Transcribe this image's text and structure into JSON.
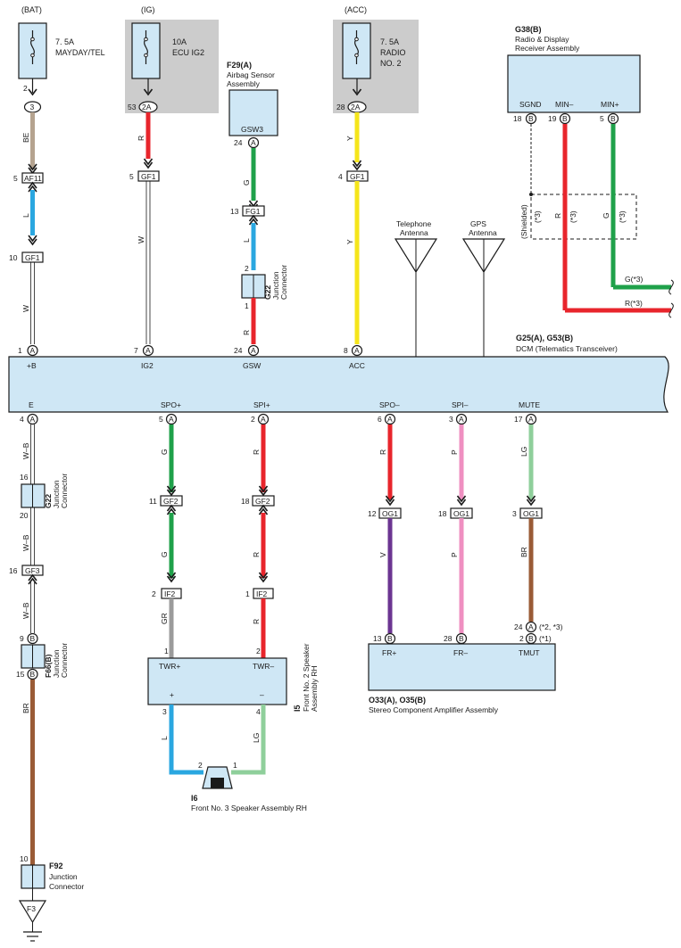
{
  "sources": {
    "bat": "(BAT)",
    "ig": "(IG)",
    "acc": "(ACC)"
  },
  "fuses": {
    "mayday": {
      "rating": "7. 5A",
      "name": "MAYDAY/TEL"
    },
    "ecu_ig2": {
      "rating": "10A",
      "name": "ECU IG2"
    },
    "radio2": {
      "rating": "7. 5A",
      "name1": "RADIO",
      "name2": "NO. 2"
    }
  },
  "components": {
    "radio": {
      "id": "G38(B)",
      "name1": "Radio & Display",
      "name2": "Receiver Assembly",
      "pins": [
        "SGND",
        "MIN–",
        "MIN+"
      ],
      "pin_nums": [
        "18",
        "19",
        "5"
      ],
      "pin_letters": [
        "B",
        "B",
        "B"
      ]
    },
    "airbag": {
      "id": "F29(A)",
      "name1": "Airbag Sensor",
      "name2": "Assembly",
      "pin": "GSW3",
      "pin_num": "24",
      "pin_letter": "A"
    },
    "dcm": {
      "id": "G25(A), G53(B)",
      "name": "DCM (Telematics Transceiver)",
      "top_pins": [
        "+B",
        "IG2",
        "GSW",
        "ACC"
      ],
      "top_nums": [
        "1",
        "7",
        "24",
        "8"
      ],
      "bottom_pins": [
        "E",
        "SPO+",
        "SPI+",
        "SPO–",
        "SPI–",
        "MUTE"
      ],
      "bottom_nums": [
        "4",
        "5",
        "2",
        "6",
        "3",
        "17"
      ],
      "pin_letter": "A"
    },
    "speaker2": {
      "id": "I5",
      "name1": "Front No. 2 Speaker",
      "name2": "Assembly RH",
      "pins": [
        "TWR+",
        "TWR–"
      ],
      "pin_nums": [
        "1",
        "2"
      ],
      "bot_pins": [
        "+",
        "–"
      ],
      "bot_nums": [
        "3",
        "4"
      ]
    },
    "speaker3": {
      "id": "I6",
      "name": "Front No. 3 Speaker Assembly RH",
      "pin_nums": [
        "2",
        "1"
      ]
    },
    "amp": {
      "id": "O33(A), O35(B)",
      "name": "Stereo Component Amplifier Assembly",
      "pins": [
        "FR+",
        "FR–",
        "TMUT"
      ],
      "pin_nums": [
        "13",
        "28",
        "2"
      ],
      "pin_letters": [
        "B",
        "B",
        "B"
      ],
      "alt_pin": "24",
      "alt_letter": "A",
      "alt_note": "(*2, *3)",
      "note1": "(*1)"
    },
    "g22a": {
      "id": "G22",
      "name1": "Junction",
      "name2": "Connector",
      "pins": [
        "2",
        "1"
      ]
    },
    "g22b": {
      "id": "G22",
      "name1": "Junction",
      "name2": "Connector",
      "pins": [
        "16",
        "20"
      ]
    },
    "f66": {
      "id": "F66(B)",
      "name1": "Junction",
      "name2": "Connector",
      "pins": [
        "9",
        "15"
      ],
      "letter": "B"
    },
    "f92": {
      "id": "F92",
      "name1": "Junction",
      "name2": "Connector",
      "pin": "10"
    },
    "ground": {
      "id": "F3"
    }
  },
  "antennas": {
    "tel": {
      "line1": "Telephone",
      "line2": "Antenna"
    },
    "gps": {
      "line1": "GPS",
      "line2": "Antenna"
    }
  },
  "connectors": {
    "bat_3": "3",
    "bat_2": "2",
    "af11": "AF11",
    "af11_pin": "5",
    "gf1_left": "GF1",
    "gf1_left_pin": "10",
    "ig_2a": "2A",
    "ig_53": "53",
    "gf1_ig": "GF1",
    "gf1_ig_pin": "5",
    "fg1": "FG1",
    "fg1_pin": "13",
    "acc_2a": "2A",
    "acc_28": "28",
    "gf1_acc": "GF1",
    "gf1_acc_pin": "4",
    "gf3": "GF3",
    "gf3_pin": "16",
    "gf2_a": "GF2",
    "gf2_a_pin": "11",
    "gf2_b": "GF2",
    "gf2_b_pin": "18",
    "if2_a": "IF2",
    "if2_a_pin": "2",
    "if2_b": "IF2",
    "if2_b_pin": "1",
    "og1_a": "OG1",
    "og1_a_pin": "12",
    "og1_b": "OG1",
    "og1_b_pin": "18",
    "og1_c": "OG1",
    "og1_c_pin": "3"
  },
  "wire_labels": {
    "be": "BE",
    "l1": "L",
    "w1": "W",
    "r_ig": "R",
    "w_ig": "W",
    "g_air": "G",
    "l_air": "L",
    "r_air": "R",
    "y1": "Y",
    "y2": "Y",
    "wb1": "W–B",
    "wb2": "W–B",
    "wb3": "W–B",
    "br_left": "BR",
    "g_spo1": "G",
    "g_spo2": "G",
    "gr": "GR",
    "r_spi1": "R",
    "r_spi2": "R",
    "r_spi3": "R",
    "r_spom": "R",
    "v": "V",
    "p1": "P",
    "p2": "P",
    "lg1": "LG",
    "br_mute": "BR",
    "l_sp": "L",
    "lg_sp": "LG",
    "r_radio": "R",
    "g_radio": "G",
    "shielded": "(Shielded)",
    "star3a": "(*3)",
    "star3b": "(*3)",
    "star3c": "(*3)",
    "g_star": "G(*3)",
    "r_star": "R(*3)"
  },
  "colors": {
    "BE": "#b5a38f",
    "L": "#2aa7e0",
    "W": "#ffffff",
    "R": "#e8252c",
    "G": "#1fa14a",
    "Y": "#f5e51b",
    "BR": "#9a5b36",
    "GR": "#9b9b9b",
    "V": "#6b3592",
    "P": "#ef8fc1",
    "LG": "#8fcf9b",
    "box": "#cfe7f5"
  }
}
